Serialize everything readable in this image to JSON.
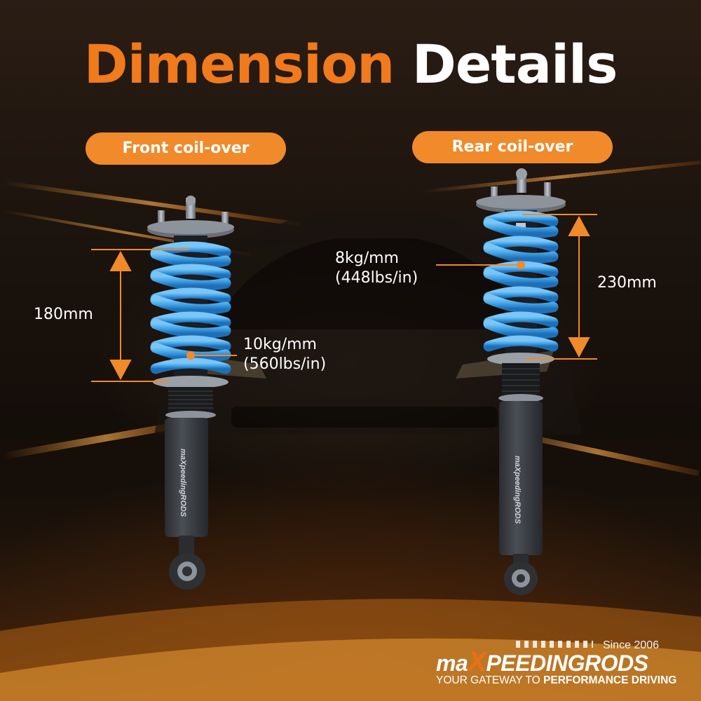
{
  "title": {
    "word1": "Dimension",
    "word2": "Details"
  },
  "front": {
    "label": "Front coil-over",
    "height": "180mm",
    "rate_line1": "10kg/mm",
    "rate_line2": "(560lbs/in)"
  },
  "rear": {
    "label": "Rear coil-over",
    "height": "230mm",
    "rate_line1": "8kg/mm",
    "rate_line2": "(448lbs/in)"
  },
  "logo": {
    "since": "Since 2006",
    "brand_pre": "ma",
    "brand_x": "X",
    "brand_post": "PEEDINGRODS",
    "tagline_regular": "YOUR GATEWAY TO ",
    "tagline_bold": "PERFORMANCE DRIVING"
  },
  "shock_print": "maXpeedingRODS",
  "colors": {
    "accent_orange": "#f07a1c",
    "pill_orange": "#f08a2a",
    "spring_blue": "#3fa3e8",
    "shock_body": "#3a3d42"
  },
  "icons": [
    "spring-icon",
    "dimension-arrow-icon"
  ]
}
